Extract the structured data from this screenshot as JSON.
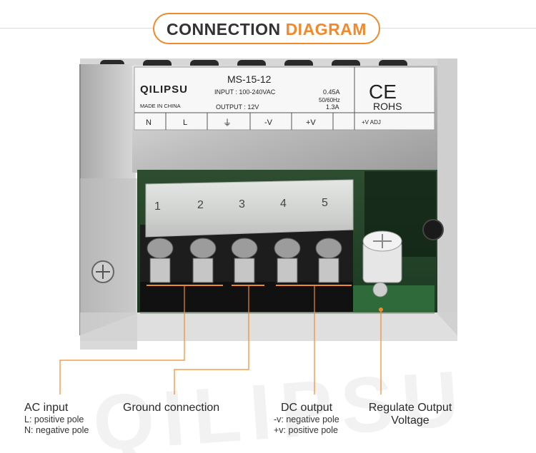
{
  "header": {
    "title_dark": "CONNECTION",
    "title_accent": "DIAGRAM",
    "accent_color": "#f08a2c"
  },
  "label_plate": {
    "brand": "QILIPSU",
    "model": "MS-15-12",
    "input_line": "INPUT : 100-240VAC",
    "input_current": "0.45A",
    "frequency": "50/60Hz",
    "made_in": "MADE IN CHINA",
    "output_line": "OUTPUT :  12V",
    "output_current": "1.3A",
    "ce_mark": "CE",
    "rohs": "ROHS",
    "terminals": [
      "N",
      "L",
      "⏚",
      "-V",
      "+V"
    ],
    "adj": "+V ADJ"
  },
  "terminal_numbers": [
    "1",
    "2",
    "3",
    "4",
    "5"
  ],
  "watermark": "QILIPSU",
  "callouts": {
    "ac": {
      "title": "AC input",
      "line1": "L: positive pole",
      "line2": "N: negative pole"
    },
    "ground": {
      "title": "Ground connection"
    },
    "dc": {
      "title": "DC  output",
      "line1": "-v: negative pole",
      "line2": "+v: positive pole"
    },
    "regulate": {
      "title": "Regulate Output",
      "line2": "Voltage"
    }
  }
}
